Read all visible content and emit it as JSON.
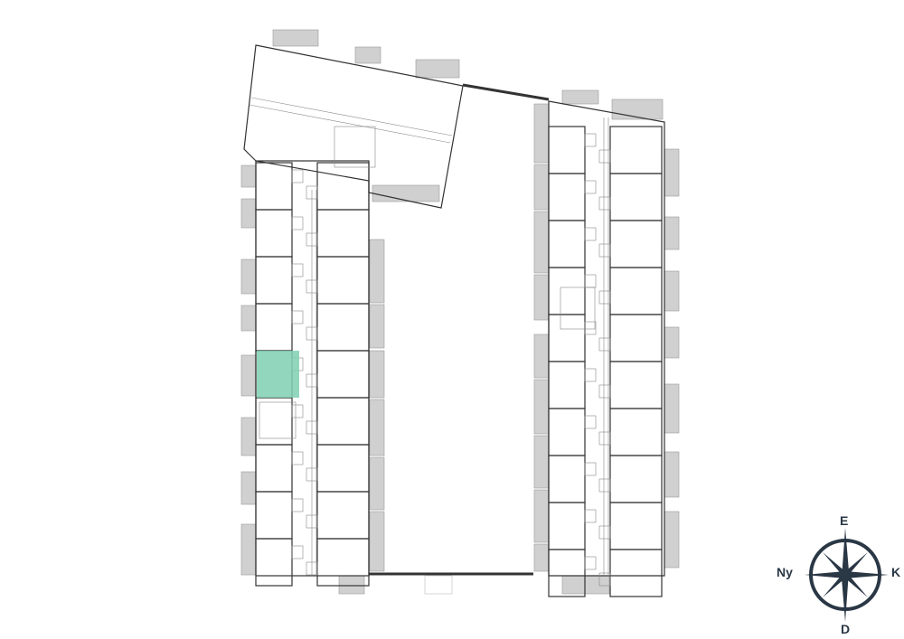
{
  "compass": {
    "north_label": "E",
    "south_label": "D",
    "west_label": "Ny",
    "east_label": "K"
  },
  "colors": {
    "highlight": "#7fd0b2",
    "compass": "#2a3745",
    "wall": "#333333",
    "balcony": "#d0d0d0"
  }
}
